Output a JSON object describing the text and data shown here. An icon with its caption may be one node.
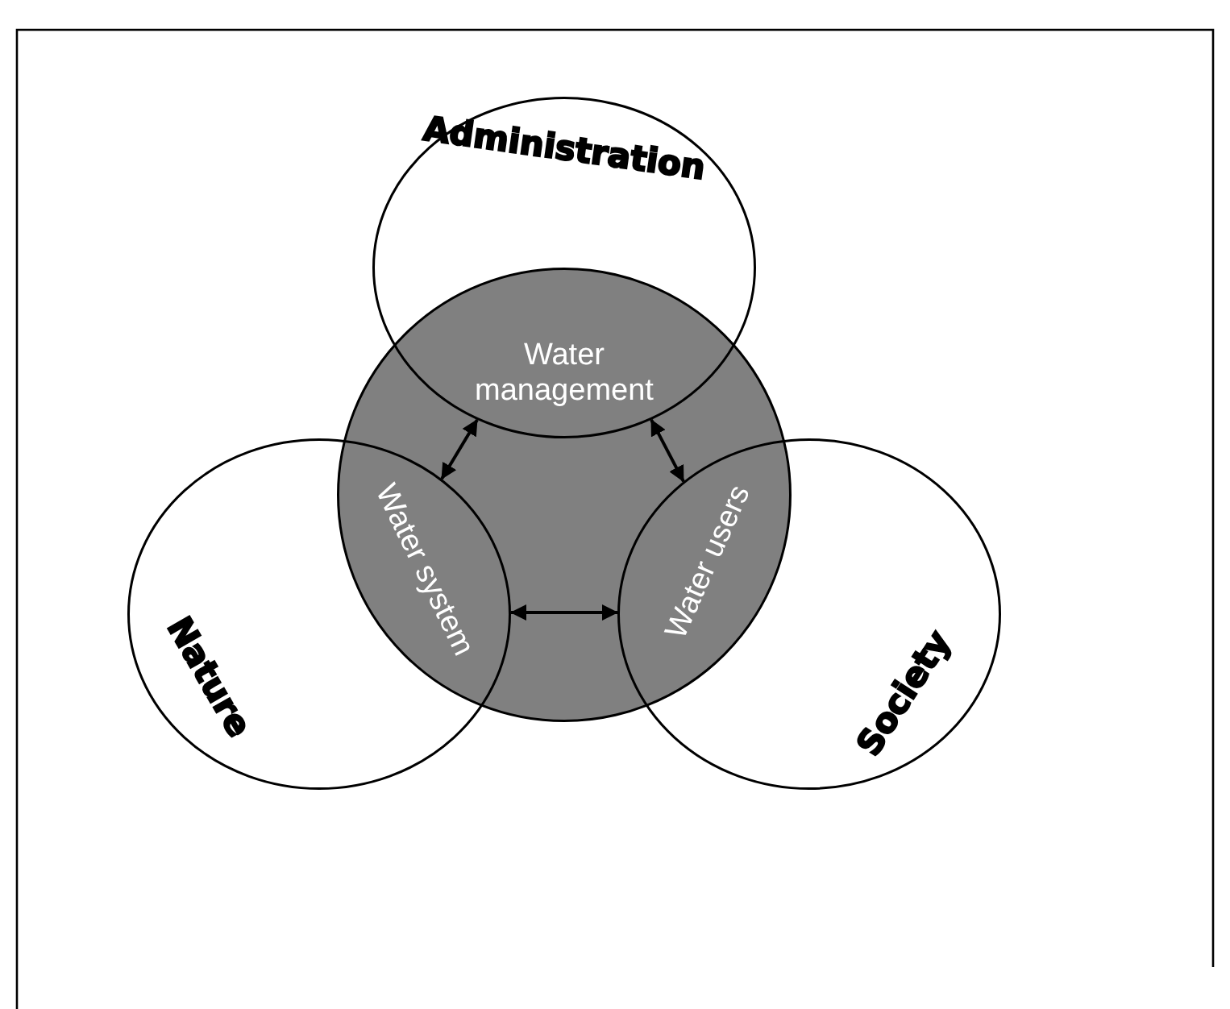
{
  "diagram": {
    "nodes": [
      {
        "text": [
          "Administration"
        ]
      },
      {
        "text": [
          "Water management"
        ],
        "in": 0
      },
      {
        "text": [
          "Water system"
        ],
        "in": 4
      },
      {
        "text": [
          "Water users"
        ],
        "in": 5
      },
      {
        "text": [
          "Nature"
        ]
      },
      {
        "text": [
          "Society"
        ]
      }
    ],
    "edges": [
      {
        "from": 1,
        "to": 2,
        "arrow": "both"
      },
      {
        "from": 1,
        "to": 3,
        "arrow": "both"
      },
      {
        "from": 2,
        "to": 3,
        "arrow": "both"
      }
    ]
  }
}
